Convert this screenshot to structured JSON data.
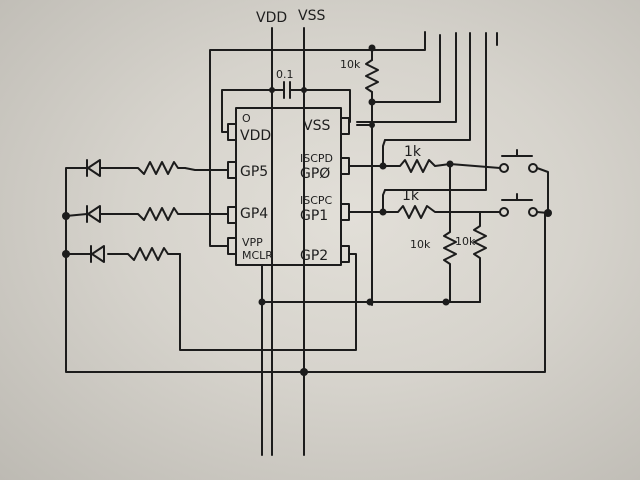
{
  "title": "Hand-drawn PIC 8-pin microcontroller schematic",
  "power": {
    "vdd": "VDD",
    "vss": "VSS"
  },
  "capacitor": {
    "value": "0.1"
  },
  "pullup_resistor": {
    "value": "10k"
  },
  "chip": {
    "pin1_marker": "O",
    "left_pins": [
      "VDD",
      "GP5",
      "GP4",
      "VPP"
    ],
    "left_pin_sub": "MCLR",
    "right_pins_top": [
      "VSS",
      "ISCPD",
      "ISCPC",
      "GP2"
    ],
    "right_pins_bottom": [
      "GPØ",
      "GP1"
    ]
  },
  "series_resistors": [
    {
      "value": "1k"
    },
    {
      "value": "1k"
    }
  ],
  "pulldown_resistors": [
    {
      "value": "10k"
    },
    {
      "value": "10k"
    }
  ],
  "led_count": 3,
  "button_count": 2,
  "header_line_count": 6
}
